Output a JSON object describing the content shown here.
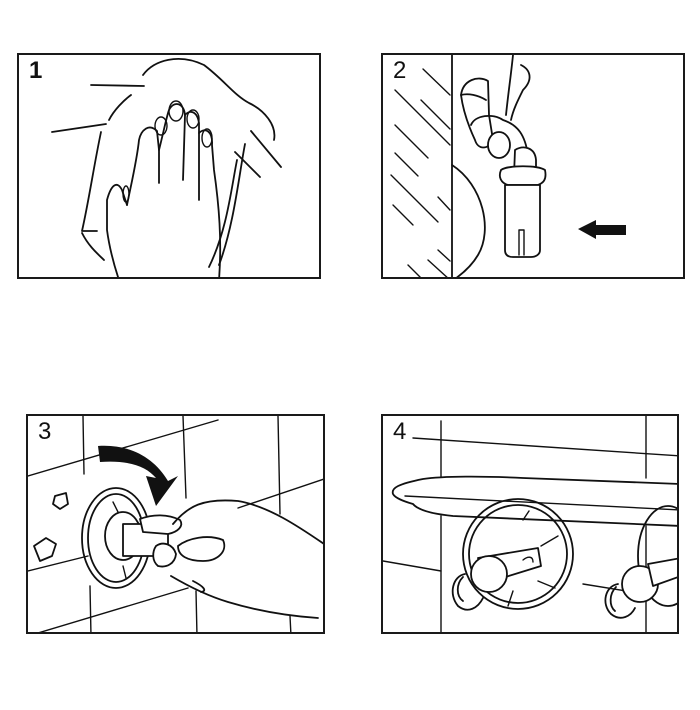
{
  "instructions": {
    "steps": [
      {
        "number": "1",
        "description": "Wipe the wall surface clean with a cloth"
      },
      {
        "number": "2",
        "description": "Press the suction mount against the wall"
      },
      {
        "number": "3",
        "description": "Turn the knob clockwise to lock the suction cup"
      },
      {
        "number": "4",
        "description": "Shelf with hooks mounted on the tiled wall"
      }
    ]
  },
  "colors": {
    "line": "#111111",
    "background": "#ffffff"
  }
}
